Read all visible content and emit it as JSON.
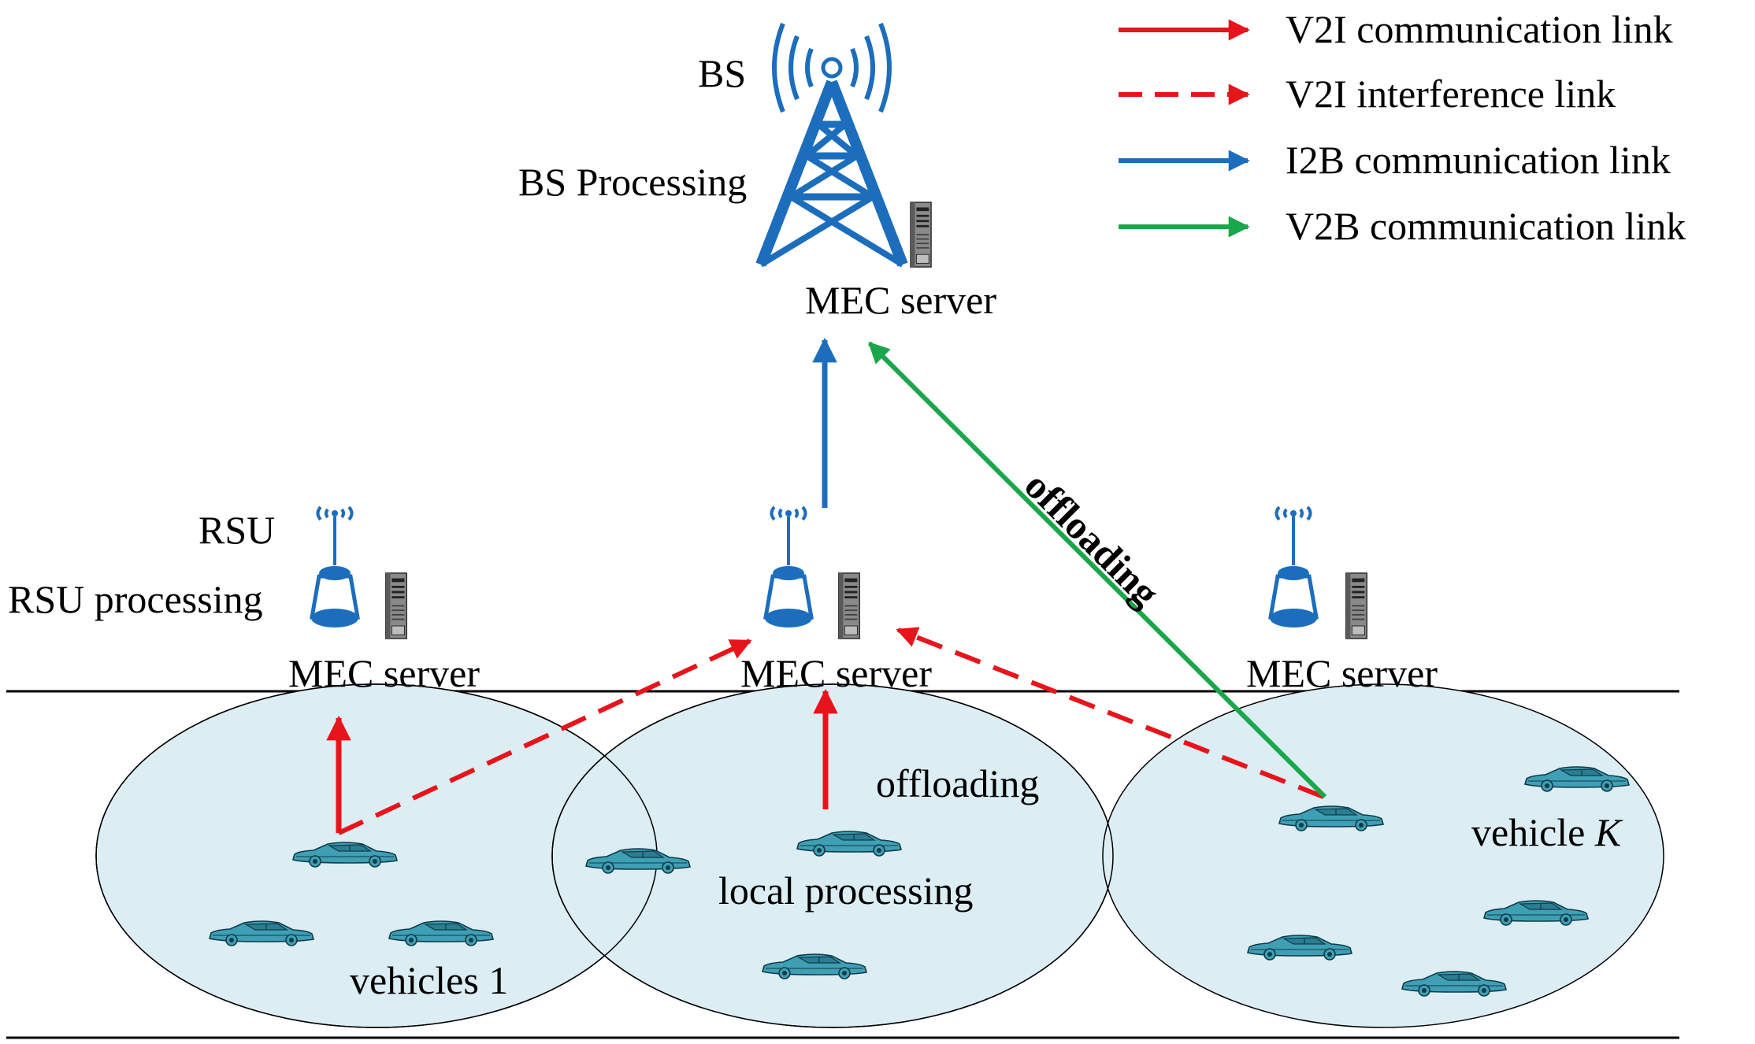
{
  "labels": {
    "bs": "BS",
    "bs_processing": "BS Processing",
    "mec_server_bs": "MEC server",
    "rsu": "RSU",
    "rsu_processing": "RSU processing",
    "mec_server_left": "MEC server",
    "mec_server_middle": "MEC server",
    "mec_server_right": "MEC server",
    "offloading_diagonal": "offloading",
    "offloading_middle": "offloading",
    "local_processing": "local processing",
    "vehicles_1": "vehicles 1",
    "vehicle_k_prefix": "vehicle ",
    "vehicle_k_var": "K"
  },
  "legend": [
    {
      "label": "V2I communication link",
      "color": "#e8141b",
      "dashed": false
    },
    {
      "label": "V2I interference link",
      "color": "#e8141b",
      "dashed": true
    },
    {
      "label": "I2B communication link",
      "color": "#1c6ebd",
      "dashed": false
    },
    {
      "label": "V2B communication link",
      "color": "#1aa64a",
      "dashed": false
    }
  ],
  "colors": {
    "v2i": "#e8141b",
    "i2b": "#1c6ebd",
    "v2b": "#1aa64a",
    "cell_fill": "#dcedf3",
    "car_body": "#3f9fb4",
    "tower": "#1c6ebd"
  },
  "icons": {
    "tower": "cell-tower-icon",
    "rsu": "rsu-antenna-icon",
    "server": "server-icon",
    "car": "car-icon"
  }
}
